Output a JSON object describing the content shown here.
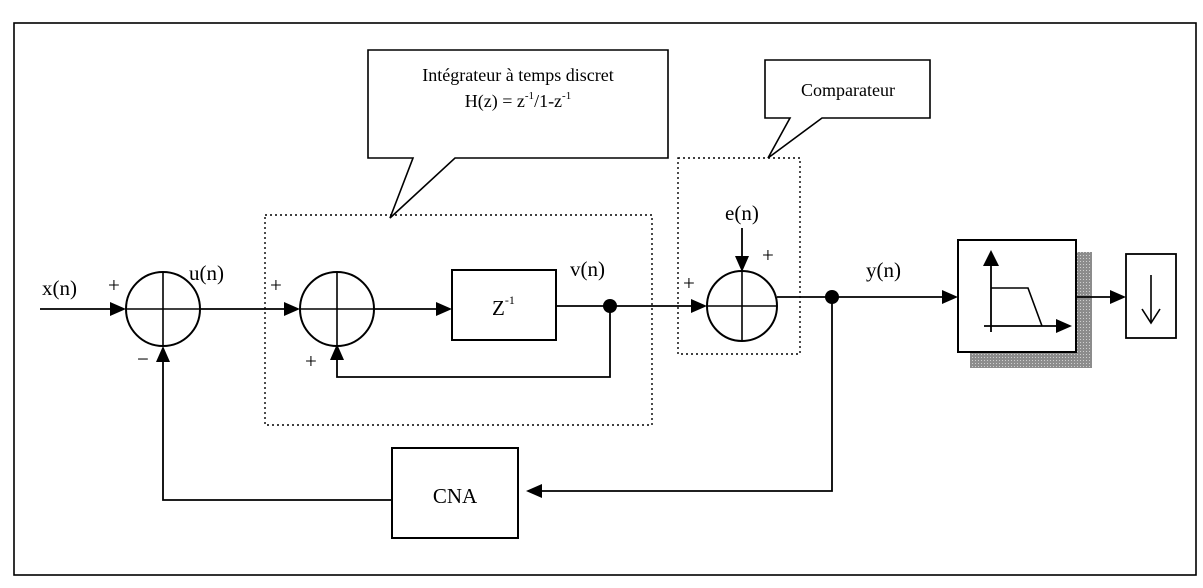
{
  "labels": {
    "x": "x(n)",
    "u": "u(n)",
    "v": "v(n)",
    "e": "e(n)",
    "y": "y(n)",
    "sign_plus": "+",
    "sign_minus": "−"
  },
  "blocks": {
    "delay_main": "Z",
    "delay_exp": "-1",
    "cna": "CNA"
  },
  "callouts": {
    "integrator_line1": "Intégrateur à temps discret",
    "integrator_h": "H(z) = z",
    "integrator_exp1": "-1",
    "integrator_mid": "/1-z",
    "integrator_exp2": "-1",
    "comparator": "Comparateur"
  }
}
